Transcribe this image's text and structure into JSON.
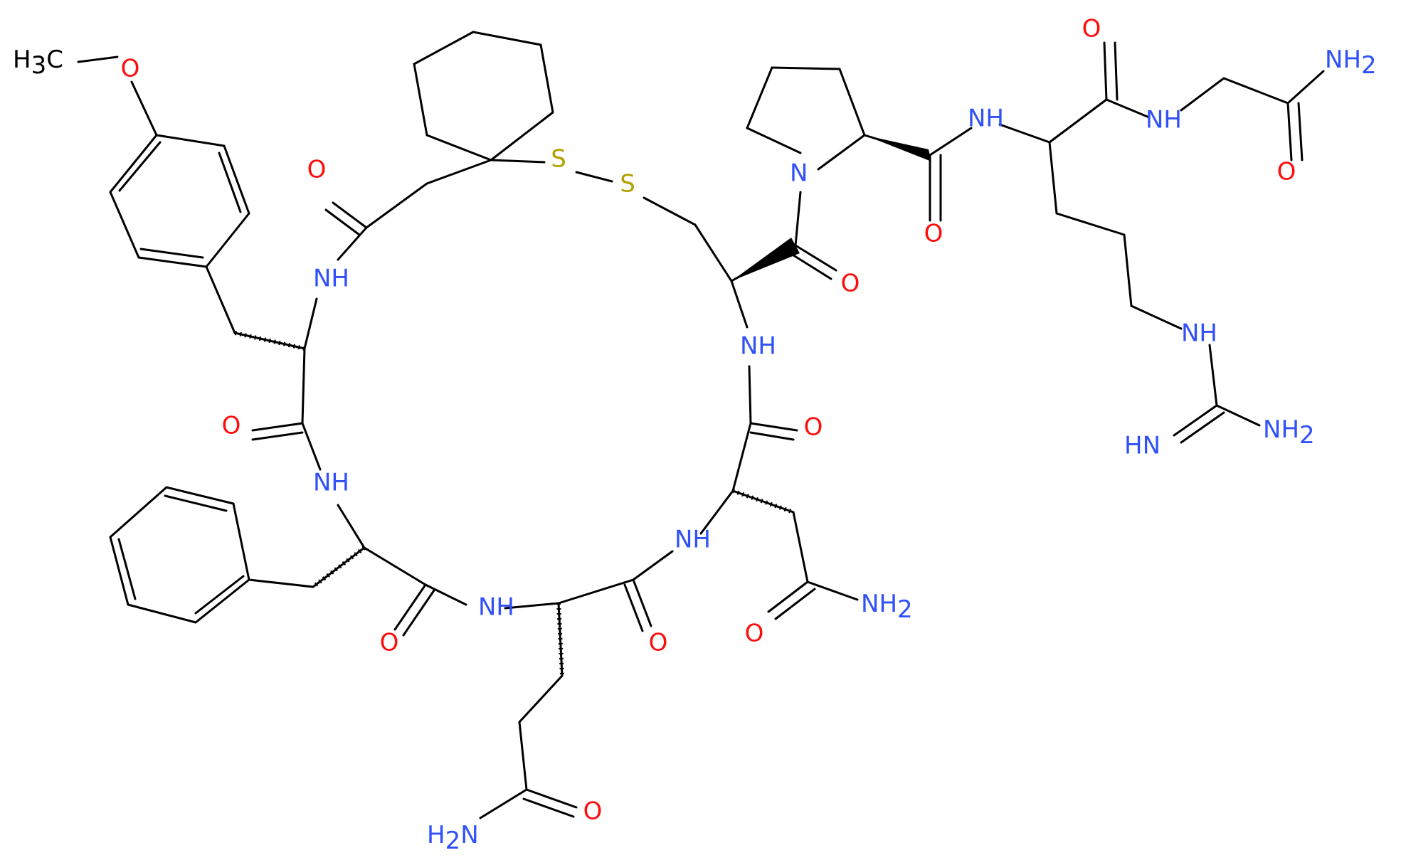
{
  "colors": {
    "bond": "#000000",
    "oxygen": "#ff0d0d",
    "nitrogen": "#3050f8",
    "sulfur": "#b2a000",
    "carbon": "#000000"
  },
  "labels": {
    "o_amide_gly": "O",
    "nh2_gly": "NH2",
    "nh_gly": "NH",
    "o_gly": "O",
    "nh_arg": "NH",
    "n_pro": "N",
    "o_pro": "O",
    "o_cys": "O",
    "nh_cys": "NH",
    "s1": "S",
    "s2": "S",
    "h3c": "H3C",
    "o_methoxy": "O",
    "o_mpa": "O",
    "nh_tyr": "NH",
    "o_tyr": "O",
    "nh_phe": "NH",
    "o_phe": "O",
    "nh_gln": "NH",
    "o_gln": "O",
    "nh2_gln": "H2N",
    "o_gln_side": "O",
    "nh_asn": "NH",
    "o_asn_ring": "O",
    "o_asn": "O",
    "nh2_asn": "NH2",
    "nh_guan": "NH",
    "nh_imine": "HN",
    "nh2_guan": "NH2"
  }
}
